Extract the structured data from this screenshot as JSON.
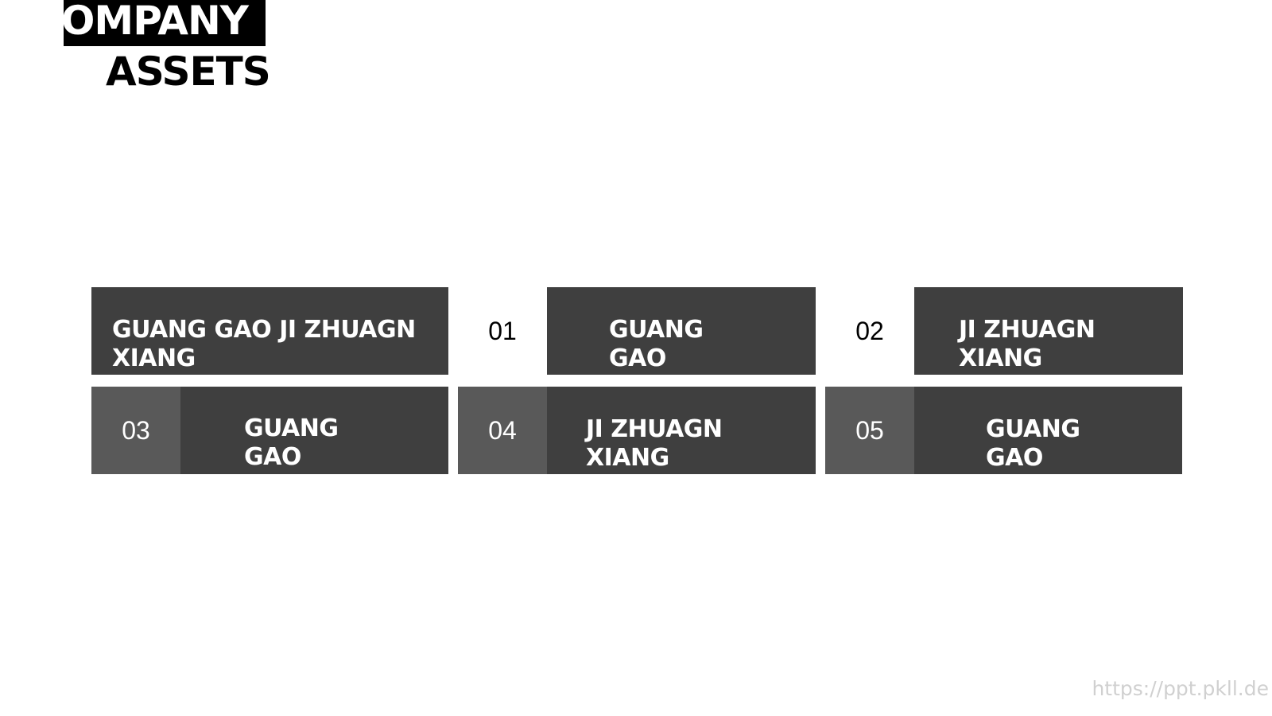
{
  "title": {
    "line1": "COMPANY",
    "line2": "ASSETS"
  },
  "row1": {
    "block_a": "GUANG GAO JI ZHUAGN XIANG",
    "num_01": "01",
    "block_b": "GUANG GAO",
    "num_02": "02",
    "block_c": "JI ZHUAGN XIANG"
  },
  "row2": {
    "num_03": "03",
    "block_d": "GUANG GAO",
    "num_04": "04",
    "block_e": "JI ZHUAGN XIANG",
    "num_05": "05",
    "block_f": "GUANG GAO"
  },
  "footer": {
    "url": "https://ppt.pkll.de"
  },
  "colors": {
    "block_dark": "#3f3f3f",
    "block_number": "#595959",
    "title_bg": "#000000",
    "footer_text": "#d0d0d0"
  }
}
